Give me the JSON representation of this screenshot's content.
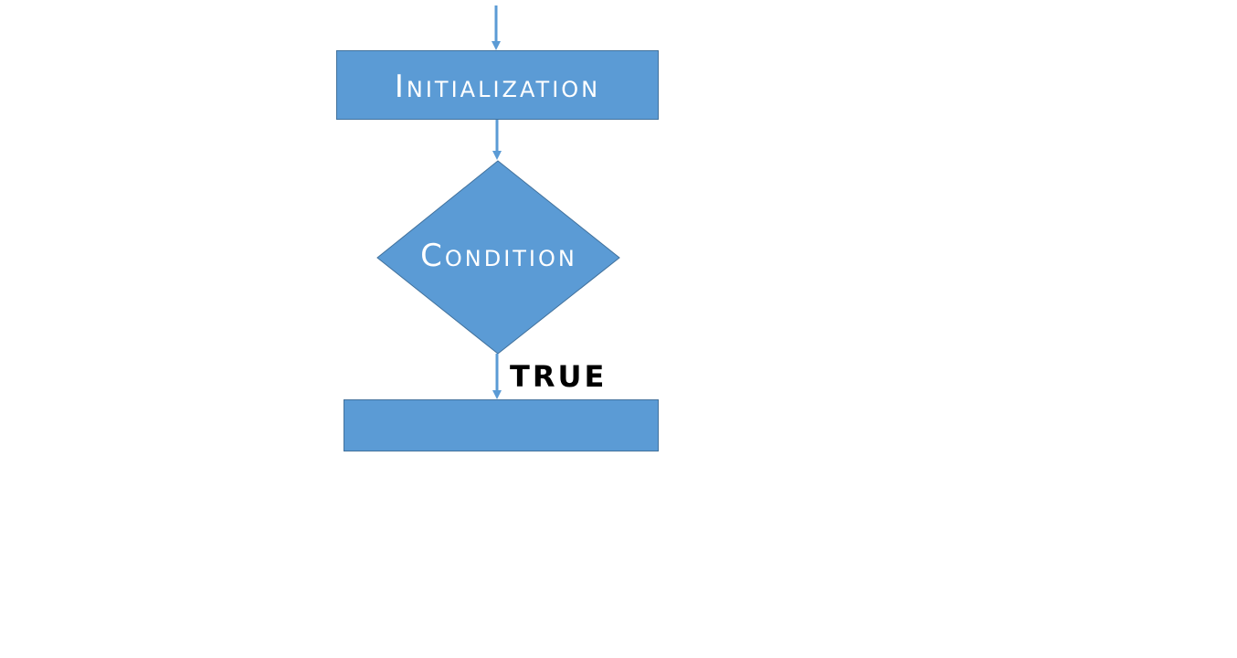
{
  "colors": {
    "node_fill": "#5b9bd5",
    "node_stroke": "#41719c",
    "arrow": "#5b9bd5",
    "node_text": "#ffffff",
    "label_text": "#000000",
    "background": "#ffffff"
  },
  "nodes": {
    "initialization": {
      "shape": "rectangle",
      "label": "Initialization"
    },
    "condition": {
      "shape": "diamond",
      "label": "Condition"
    },
    "body": {
      "shape": "rectangle",
      "label": ""
    }
  },
  "edges": {
    "entry": {
      "from": "",
      "to": "initialization",
      "label": ""
    },
    "init_to_condition": {
      "from": "initialization",
      "to": "condition",
      "label": ""
    },
    "condition_to_body": {
      "from": "condition",
      "to": "body",
      "label": "TRUE"
    }
  }
}
